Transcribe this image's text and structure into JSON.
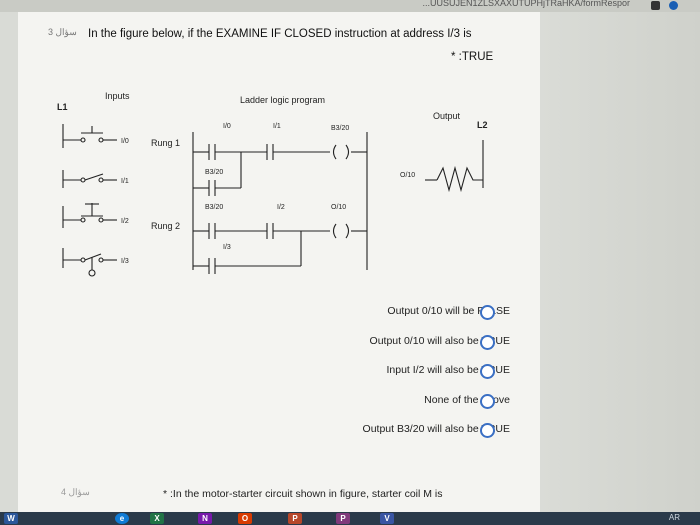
{
  "browser": {
    "url_fragment": "...UUSUJEN1ZLSXAXUTUPHjTRaHKA/formRespor"
  },
  "question": {
    "number": "3 سؤال",
    "text_line1": "In the figure below, if the EXAMINE IF CLOSED instruction at address I/3 is",
    "text_line2": "* :TRUE"
  },
  "figure": {
    "inputs_label": "Inputs",
    "program_label": "Ladder logic program",
    "output_label": "Output",
    "l1": "L1",
    "l2": "L2",
    "input_labels": [
      "I/0",
      "I/1",
      "I/2",
      "I/3"
    ],
    "rung1": "Rung 1",
    "rung2": "Rung 2",
    "addr_i0": "I/0",
    "addr_i1": "I/1",
    "addr_b320_coil": "B3/20",
    "addr_b320_branch": "B3/20",
    "addr_b320_r2": "B3/20",
    "addr_i2": "I/2",
    "addr_o10_coil": "O/10",
    "addr_i3": "I/3",
    "addr_o10_out": "O/10"
  },
  "options": [
    "Output 0/10 will be FALSE",
    "Output 0/10 will also be TRUE",
    "Input I/2 will also be TRUE",
    "None of the above",
    "Output B3/20 will also be TRUE"
  ],
  "next_question": {
    "number": "4 سؤال",
    "text": "* :In the motor-starter circuit shown in figure, starter coil M is"
  },
  "taskbar": {
    "apps": [
      "W",
      "e",
      "X",
      "N",
      "O",
      "P",
      "P",
      "V"
    ],
    "tray": "AR"
  }
}
